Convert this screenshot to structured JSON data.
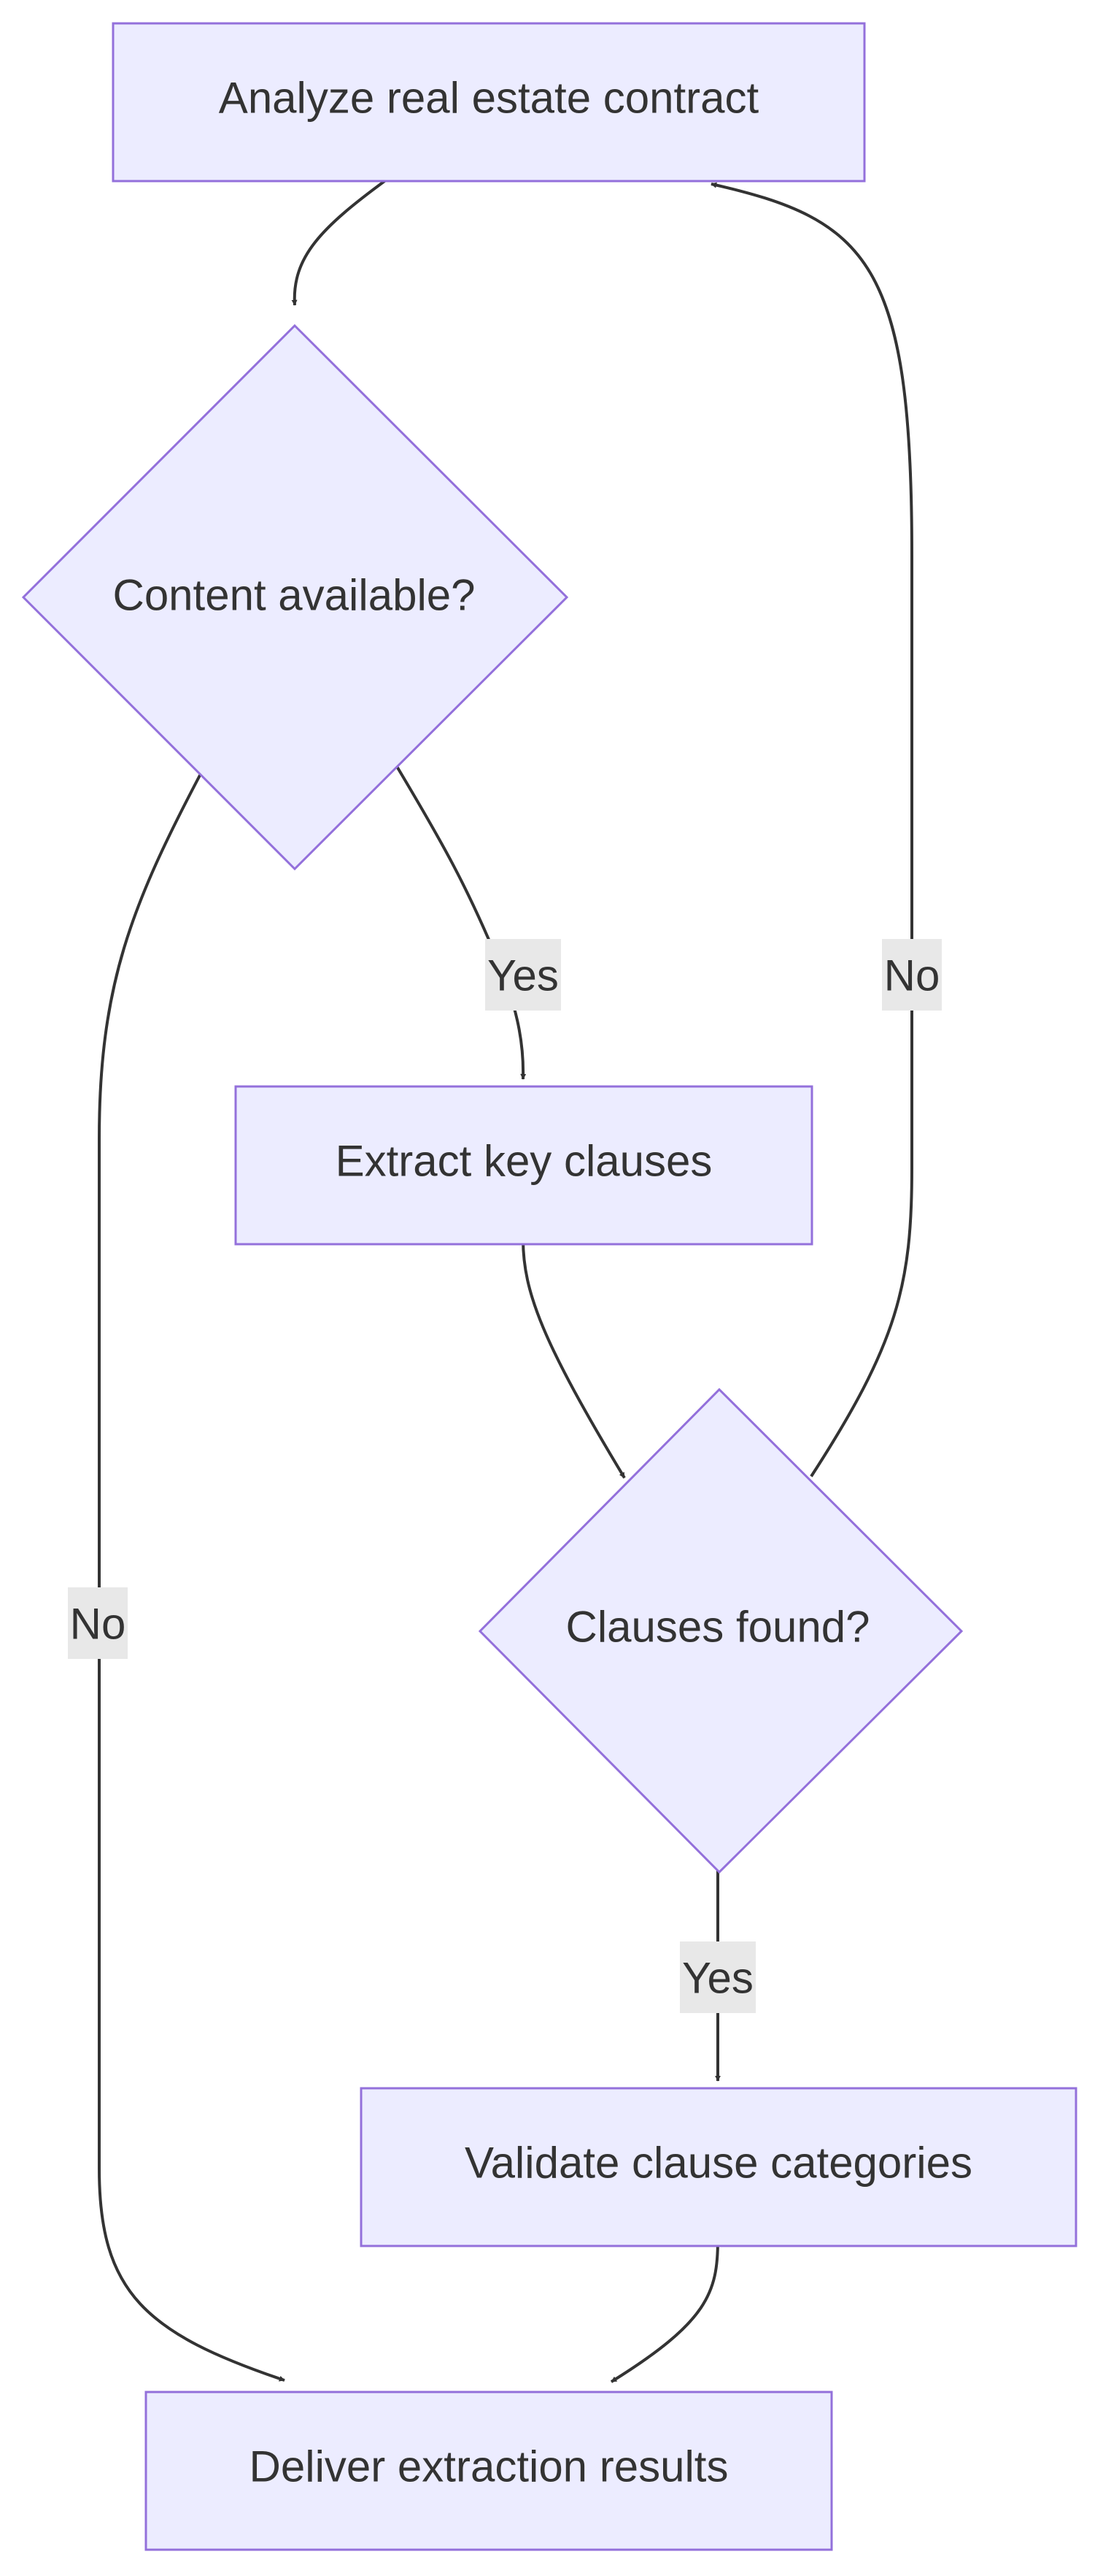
{
  "diagram": {
    "type": "flowchart",
    "colors": {
      "node_fill": "#ececff",
      "node_stroke": "#9370db",
      "edge": "#333333",
      "text": "#333333",
      "edge_label_bg": "#e8e8e8"
    },
    "nodes": {
      "analyze": {
        "shape": "rectangle",
        "label": "Analyze real estate contract"
      },
      "content_available": {
        "shape": "diamond",
        "label": "Content available?"
      },
      "extract": {
        "shape": "rectangle",
        "label": "Extract key clauses"
      },
      "clauses_found": {
        "shape": "diamond",
        "label": "Clauses found?"
      },
      "validate": {
        "shape": "rectangle",
        "label": "Validate clause categories"
      },
      "deliver": {
        "shape": "rectangle",
        "label": "Deliver extraction results"
      }
    },
    "edges": [
      {
        "from": "analyze",
        "to": "content_available",
        "label": ""
      },
      {
        "from": "content_available",
        "to": "extract",
        "label": "Yes"
      },
      {
        "from": "content_available",
        "to": "deliver",
        "label": "No"
      },
      {
        "from": "extract",
        "to": "clauses_found",
        "label": ""
      },
      {
        "from": "clauses_found",
        "to": "validate",
        "label": "Yes"
      },
      {
        "from": "clauses_found",
        "to": "analyze",
        "label": "No"
      },
      {
        "from": "validate",
        "to": "deliver",
        "label": ""
      }
    ]
  }
}
